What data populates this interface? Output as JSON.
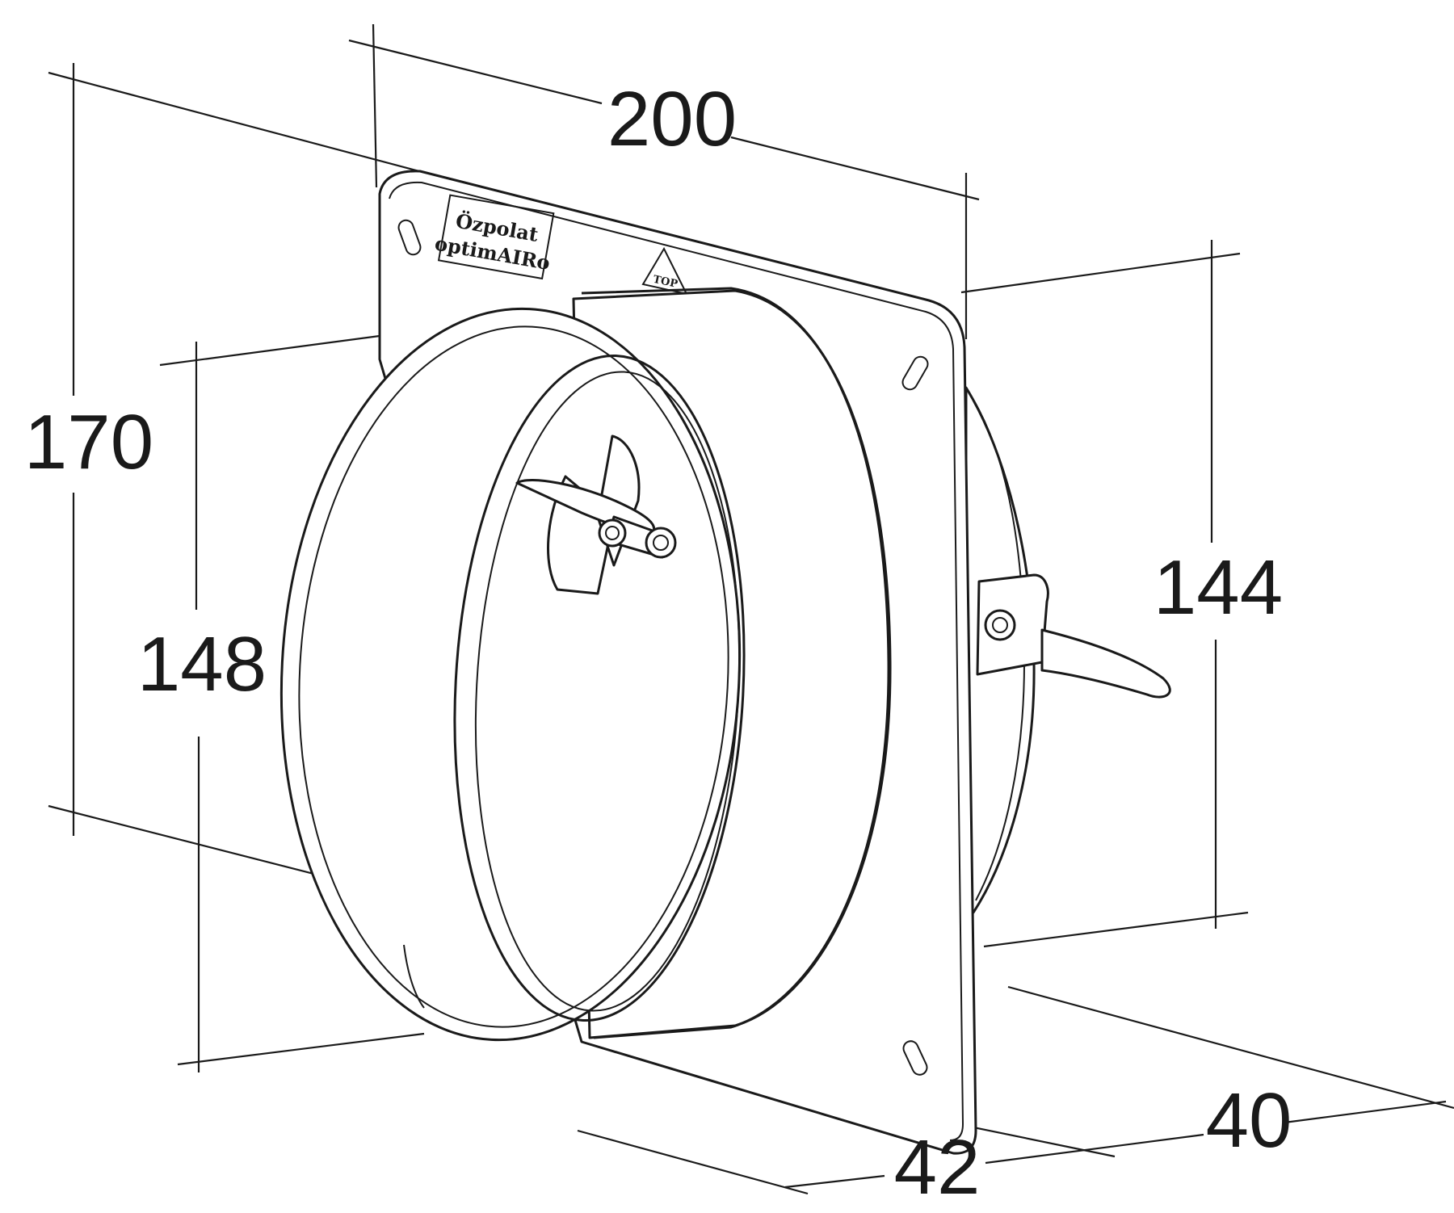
{
  "dimensions": {
    "width_plate": "200",
    "height_plate": "170",
    "duct_outer": "148",
    "duct_back": "144",
    "depth_front": "42",
    "depth_back": "40"
  },
  "logo": {
    "line1": "Özpolat",
    "line2": "optimAIRo"
  },
  "top_marker": "TOP"
}
